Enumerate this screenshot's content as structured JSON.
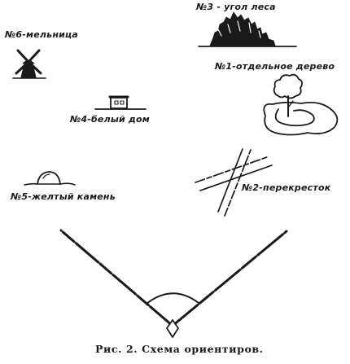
{
  "landmarks": {
    "mill": "№6-мельница",
    "forest_corner": "№3 - угол леса",
    "single_tree": "№1-отдельное дерево",
    "white_house": "№4-белый дом",
    "crossroads": "№2-перекресток",
    "yellow_stone": "№5-желтый камень"
  },
  "caption": "Рис. 2. Схема ориентиров."
}
